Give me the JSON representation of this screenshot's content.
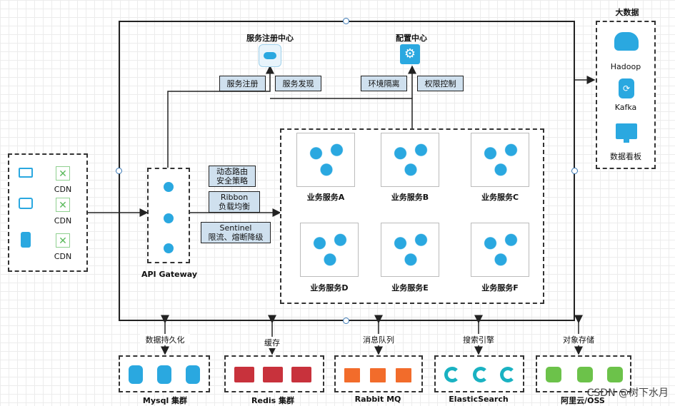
{
  "registry": {
    "title": "服务注册中心",
    "tags": [
      "服务注册",
      "服务发现"
    ]
  },
  "config": {
    "title": "配置中心",
    "tags": [
      "环境隔离",
      "权限控制"
    ]
  },
  "bigdata": {
    "title": "大数据",
    "items": [
      "Hadoop",
      "Kafka",
      "数据看板"
    ]
  },
  "clients": {
    "cdn_labels": [
      "CDN",
      "CDN",
      "CDN"
    ]
  },
  "gateway": {
    "label": "API Gateway"
  },
  "routing": {
    "dynamic_route": [
      "动态路由",
      "安全策略"
    ],
    "ribbon": [
      "Ribbon",
      "负载均衡"
    ],
    "sentinel": [
      "Sentinel",
      "限流、熔断降级"
    ]
  },
  "services": [
    "业务服务A",
    "业务服务B",
    "业务服务C",
    "业务服务D",
    "业务服务E",
    "业务服务F"
  ],
  "links": [
    "数据持久化",
    "缓存",
    "消息队列",
    "搜索引擎",
    "对象存储"
  ],
  "backends": [
    "Mysql 集群",
    "Redis 集群",
    "Rabbit MQ",
    "ElasticSearch",
    "阿里云/OSS"
  ],
  "watermark": "CSDN @树下水月",
  "colors": {
    "accent_blue": "#2aa8e0",
    "tag_fill": "#cfe0ee",
    "redis_red": "#c8323c",
    "rabbit_orange": "#f26c2b",
    "es_teal": "#1ab2c2",
    "oss_green": "#6cc24a"
  }
}
